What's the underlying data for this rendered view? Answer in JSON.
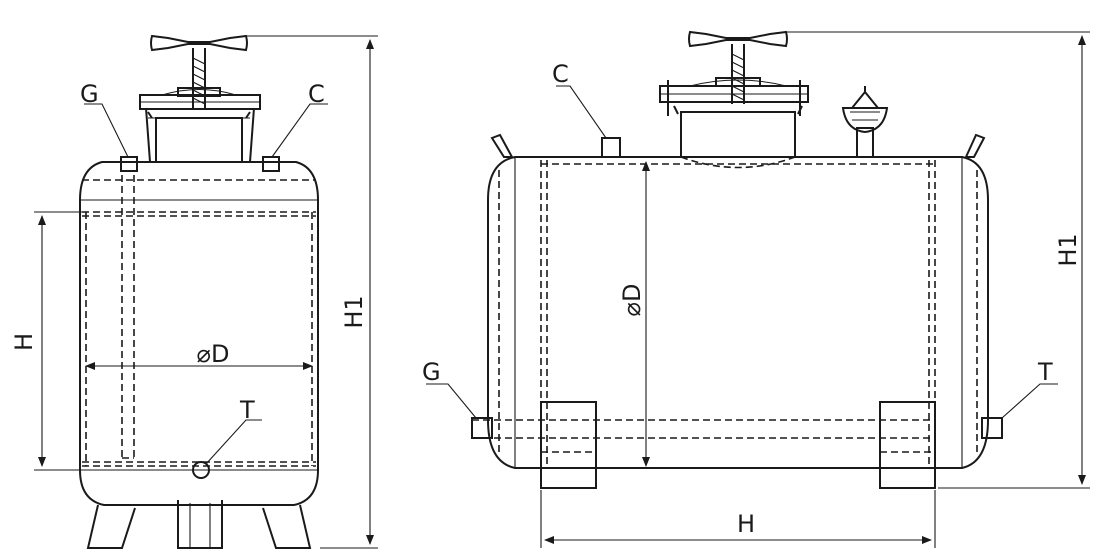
{
  "vertical_tank": {
    "labels": {
      "g": "G",
      "c": "C",
      "h": "H",
      "h1": "H1",
      "diameter": "⌀D",
      "t": "T"
    }
  },
  "horizontal_tank": {
    "labels": {
      "c": "C",
      "g": "G",
      "t": "T",
      "diameter": "⌀D",
      "h1": "H1",
      "h": "H"
    }
  },
  "colors": {
    "line": "#1a1a1a",
    "background": "#ffffff"
  }
}
